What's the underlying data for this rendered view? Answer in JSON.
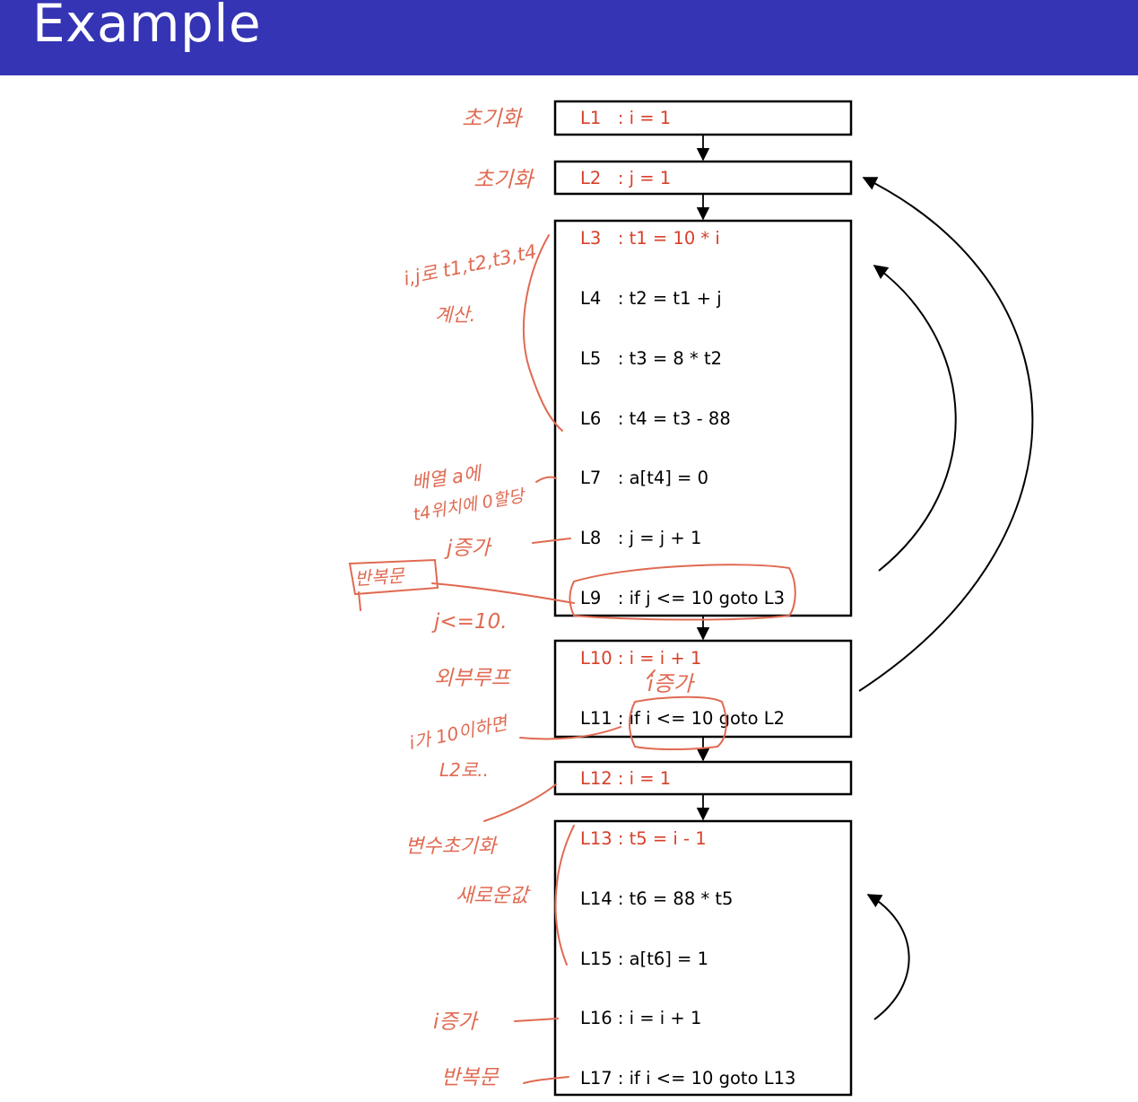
{
  "header": {
    "title": "Example"
  },
  "colors": {
    "header_bg": "#3434b4",
    "highlight_text": "#d6402a",
    "annotation": "#e06a52",
    "line": "#000000"
  },
  "blocks": [
    {
      "id": "B1",
      "lines": [
        {
          "text": "L1   : i = 1",
          "highlight": true
        }
      ]
    },
    {
      "id": "B2",
      "lines": [
        {
          "text": "L2   : j = 1",
          "highlight": true
        }
      ]
    },
    {
      "id": "B3",
      "lines": [
        {
          "text": "L3   : t1 = 10 * i",
          "highlight": true
        },
        {
          "text": "L4   : t2 = t1 + j",
          "highlight": false
        },
        {
          "text": "L5   : t3 = 8 * t2",
          "highlight": false
        },
        {
          "text": "L6   : t4 = t3 - 88",
          "highlight": false
        },
        {
          "text": "L7   : a[t4] = 0",
          "highlight": false
        },
        {
          "text": "L8   : j = j + 1",
          "highlight": false
        },
        {
          "text": "L9   : if j <= 10 goto L3",
          "highlight": false
        }
      ]
    },
    {
      "id": "B4",
      "lines": [
        {
          "text": "L10 : i = i + 1",
          "highlight": true
        },
        {
          "text": "L11 : if i <= 10 goto L2",
          "highlight": false
        }
      ]
    },
    {
      "id": "B5",
      "lines": [
        {
          "text": "L12 : i = 1",
          "highlight": true
        }
      ]
    },
    {
      "id": "B6",
      "lines": [
        {
          "text": "L13 : t5 = i - 1",
          "highlight": true
        },
        {
          "text": "L14 : t6 = 88 * t5",
          "highlight": false
        },
        {
          "text": "L15 : a[t6] = 1",
          "highlight": false
        },
        {
          "text": "L16 : i = i + 1",
          "highlight": false
        },
        {
          "text": "L17 : if i <= 10 goto L13",
          "highlight": false
        }
      ]
    }
  ],
  "annotations": {
    "a1": "초기화",
    "a2": "초기화",
    "a3": "i,j로 t1,t2,t3,t4",
    "a3b": "계산.",
    "a4": "배열 a에",
    "a4b": "t4위치에 0할당",
    "a5": "j증가",
    "a6": "반복문",
    "a7": "j<=10.",
    "a8": "i증가",
    "a9": "외부루프",
    "a10": "i가 10이하면",
    "a10b": "L2로..",
    "a11": "변수초기화",
    "a12": "새로운값",
    "a13": "i증가",
    "a14": "반복문"
  }
}
